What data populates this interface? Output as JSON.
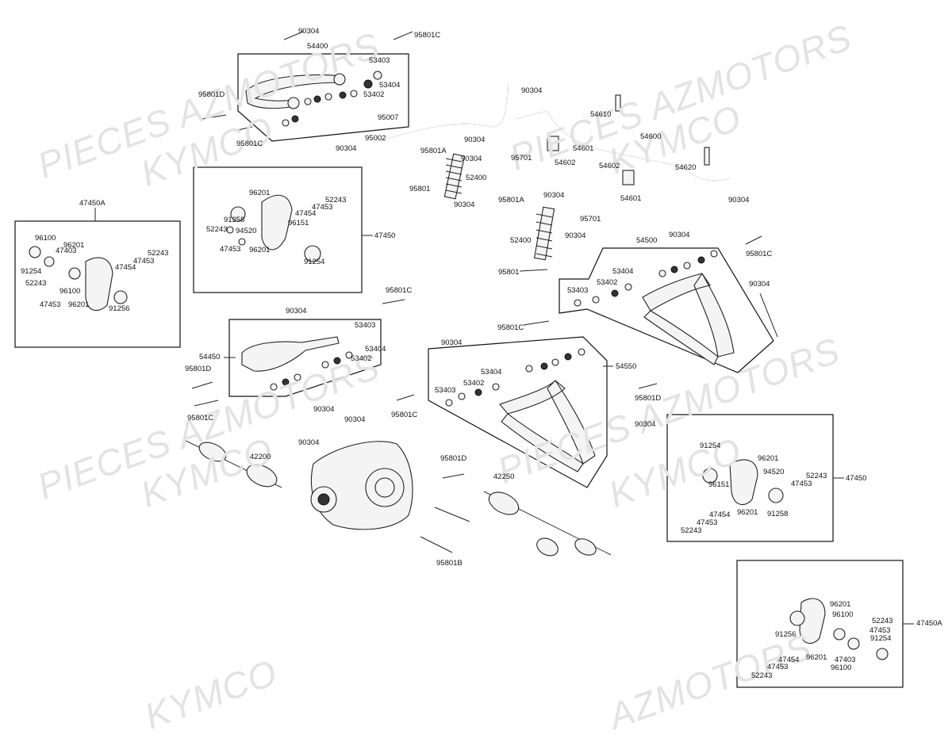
{
  "watermarks": [
    "PIECES AZMOTORS",
    "KYMCO",
    "PIECES AZMOTORS",
    "KYMCO",
    "PIECES AZMOTORS",
    "KYMCO",
    "PIECES AZMOTORS",
    "KYMCO",
    "KYMCO",
    "AZMOTORS"
  ],
  "parts": [
    "90304",
    "95801C",
    "54400",
    "53403",
    "53404",
    "53402",
    "95801D",
    "95801C",
    "95007",
    "95002",
    "90304",
    "90304",
    "95801A",
    "90304",
    "52400",
    "95801",
    "90304",
    "90304",
    "54610",
    "54600",
    "54601",
    "54602",
    "95701",
    "54602",
    "54601",
    "54620",
    "90304",
    "95801A",
    "90304",
    "95701",
    "90304",
    "47450A",
    "96100",
    "96201",
    "47403",
    "52243",
    "47453",
    "47454",
    "91254",
    "96100",
    "52243",
    "47453",
    "96201",
    "91256",
    "96201",
    "91258",
    "52243",
    "47454",
    "47453",
    "52243",
    "94520",
    "96151",
    "47453",
    "96201",
    "91254",
    "47450",
    "52400",
    "90304",
    "54500",
    "95801C",
    "90304",
    "95801",
    "53404",
    "53402",
    "53403",
    "95801C",
    "90304",
    "53403",
    "53404",
    "54450",
    "53402",
    "95801D",
    "95801C",
    "90304",
    "90304",
    "95801C",
    "53404",
    "53403",
    "53402",
    "54550",
    "95801C",
    "95801D",
    "90304",
    "90304",
    "42200",
    "95801D",
    "90304",
    "91254",
    "96201",
    "94520",
    "52243",
    "47453",
    "96151",
    "47450",
    "47454",
    "47453",
    "96201",
    "91258",
    "52243",
    "42250",
    "95801B",
    "96201",
    "96100",
    "52243",
    "47453",
    "91256",
    "91254",
    "47454",
    "47453",
    "96201",
    "47403",
    "96100",
    "52243",
    "47450A"
  ]
}
